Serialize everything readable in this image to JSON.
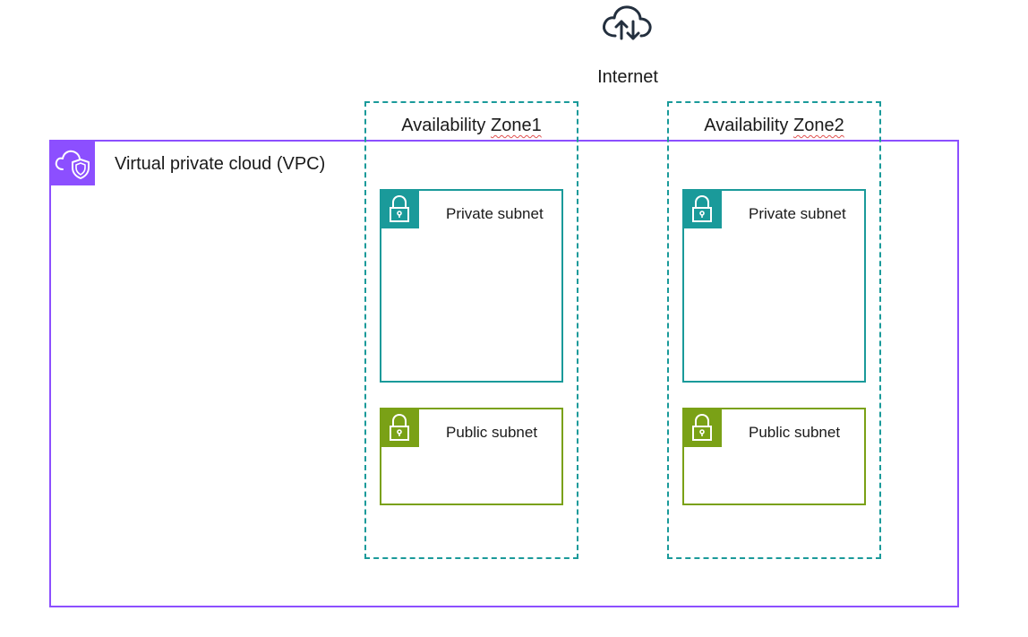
{
  "internet": {
    "label": "Internet",
    "icon": "cloud-upload-download-icon"
  },
  "vpc": {
    "label": "Virtual private cloud (VPC)",
    "icon": "cloud-shield-icon",
    "color": "#8c4fff"
  },
  "zones": [
    {
      "label": "Availability Zone1",
      "private_subnet": "Private subnet",
      "public_subnet": "Public subnet"
    },
    {
      "label": "Availability Zone2",
      "private_subnet": "Private subnet",
      "public_subnet": "Public subnet"
    }
  ],
  "colors": {
    "zone_border": "#1a9a9a",
    "private_subnet": "#1a9a9a",
    "public_subnet": "#7aa116"
  }
}
